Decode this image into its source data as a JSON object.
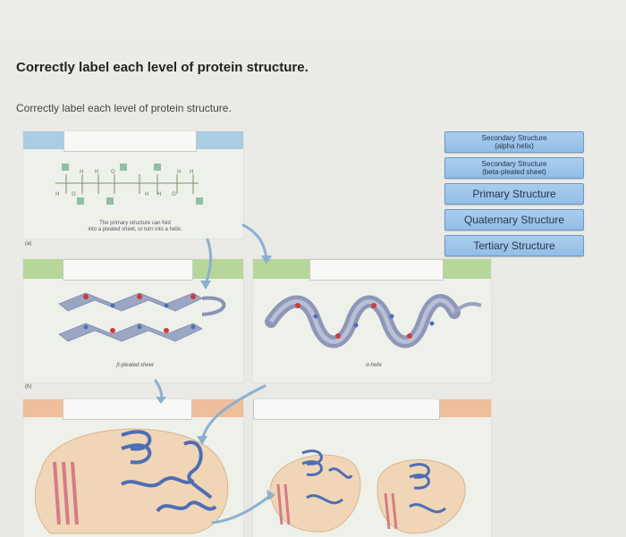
{
  "header": {
    "title": "Correctly label each level of protein structure.",
    "instruction": "Correctly label each level of protein structure."
  },
  "labels": [
    {
      "line1": "Secondary Structure",
      "line2": "(alpha helix)"
    },
    {
      "line1": "Secondary Structure",
      "line2": "(beta-pleated sheet)"
    },
    {
      "line1": "Primary Structure",
      "line2": ""
    },
    {
      "line1": "Quaternary Structure",
      "line2": ""
    },
    {
      "line1": "Tertiary Structure",
      "line2": ""
    }
  ],
  "figure": {
    "primary_caption_line1": "The primary structure can fold",
    "primary_caption_line2": "into a pleated sheet, or turn into a helix.",
    "beta_caption": "β-pleated sheet",
    "alpha_caption": "α-helix",
    "tag_a": "(a)",
    "tag_b": "(b)"
  },
  "colors": {
    "label_fill": "#9fc6ec",
    "label_border": "#6a98c9",
    "panel_band_blue": "#a9cde3",
    "panel_band_green": "#b7d79a",
    "panel_band_orange": "#eebf9a",
    "arrow": "#8bb1cf"
  }
}
